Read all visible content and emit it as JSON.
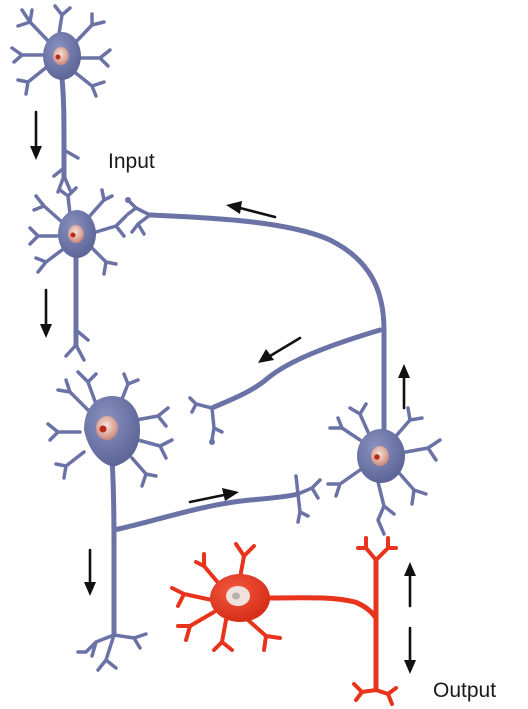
{
  "labels": {
    "input": "Input",
    "output": "Output"
  },
  "colors": {
    "neuron": "#6b73a6",
    "neuron_dark": "#4f5787",
    "output_neuron": "#e8341c",
    "output_dark": "#b71f0c",
    "nucleus": "#e2b7a9",
    "nucleolus": "#b92a1c",
    "arrow": "#111111"
  },
  "arrows": [
    {
      "id": "arrow-1",
      "direction": "down"
    },
    {
      "id": "arrow-2",
      "direction": "left"
    },
    {
      "id": "arrow-3",
      "direction": "down"
    },
    {
      "id": "arrow-4",
      "direction": "down-left"
    },
    {
      "id": "arrow-5",
      "direction": "up"
    },
    {
      "id": "arrow-6",
      "direction": "right"
    },
    {
      "id": "arrow-7",
      "direction": "down"
    },
    {
      "id": "arrow-8",
      "direction": "up"
    },
    {
      "id": "arrow-9",
      "direction": "down"
    }
  ]
}
